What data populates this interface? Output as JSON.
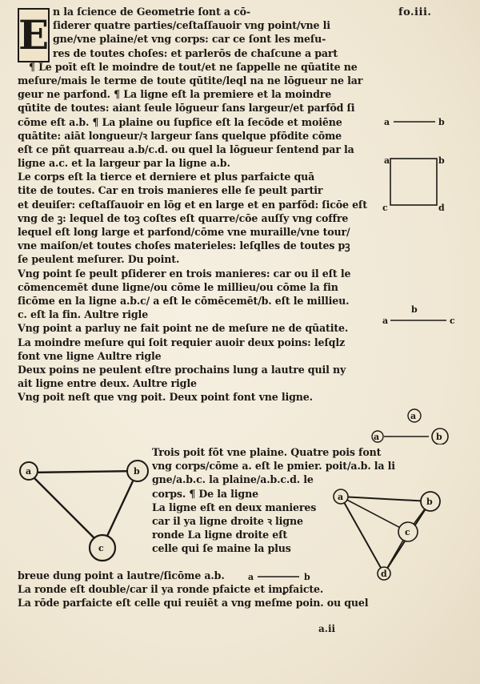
{
  "folio": "fo.iii.",
  "signature": "a.ii",
  "dropcap": "E",
  "text_lines": [
    "n la ſcience de Geometrie ſont a cō-",
    "ſiderer quatre parties/ceſtaſſauoir vng point/vne li",
    "gne/vne plaine/et vng corps: car ce ſont les meſu-",
    "res de toutes choſes: et parlerōs de chaſcune a part",
    "¶ Le poīt eſt le moindre de tout/et ne ſappelle ne qūatite ne",
    "meſure/mais le terme de toute qūtite/leql na ne lōgueur ne lar",
    "geur ne parfond.   ¶ La ligne eſt la premiere et la moindre",
    "qūtite de toutes: aiant ſeule lōgueur ſans largeur/et parfōd ſi",
    "cōme eſt a.b.  ¶ La plaine ou ſupfice eſt la ſecōde et moiēne",
    "quātite: aiāt longueur/ꝛ largeur ſans quelque pfōdite cōme",
    "eſt ce pñt quarreau a.b/c.d. ou quel la lōgueur ſentend par la",
    "ligne a.c. et la largeur par la ligne a.b.",
    "Le corps eſt la tierce et derniere et plus parfaicte quā",
    "tite de toutes. Car en trois manieres elle ſe peult partir",
    "et deuiſer: ceſtaſſauoir en lōg et en large et en parfōd: ſicōe eſt",
    "vng de ꝫ: lequel de toꝫ coſtes eſt quarre/cōe auſſy vng coffre",
    "lequel eſt long large et parfond/cōme vne muraille/vne tour/",
    "vne maiſon/et toutes choſes materieles: leſqlles de toutes pꝫ",
    "ſe peulent meſurer.              Du point.",
    "Vng point ſe peult pſiderer en trois manieres: car ou il eſt le",
    "cōmencemēt dune ligne/ou cōme le millieu/ou cōme la fin",
    "ſicōme en la ligne a.b.c/ a eſt le cōmēcemēt/b. eſt le millieu.",
    "c. eſt la fin.            Aultre rigle",
    "Vng point a parluy ne fait point ne de meſure ne de qūatite.",
    "La moindre meſure qui ſoit requier auoir deux poins: leſqlz",
    "font vne ligne               Aultre rigle",
    "Deux poins ne peulent eſtre prochains lung a lautre quil ny",
    "ait ligne entre deux.                 Aultre rigle",
    "Vng poit neſt que vng poit. Deux point font vne ligne."
  ],
  "lower_lines": [
    "Trois poit fōt vne plaine. Quatre pois font",
    "vng corps/cōme a. eſt le pmier. poit/a.b. la li",
    "gne/a.b.c. la plaine/a.b.c.d. le",
    "corps.      ¶ De la ligne",
    "La ligne eſt en deux manieres",
    "car il ya ligne droite ꝛ ligne",
    "ronde La ligne droite eſt",
    "celle qui ſe maine la plus"
  ],
  "bottom_lines": [
    "breue dung point a lautre/ſicōme a.b.",
    "La ronde eſt double/car il ya ronde pfaicte et imꝑfaicte.",
    "La rōde parfaicte eſt celle qui reuiēt a vng meſme poin. ou quel"
  ],
  "figure_labels": {
    "a": "a",
    "b": "b",
    "c": "c",
    "d": "d"
  }
}
